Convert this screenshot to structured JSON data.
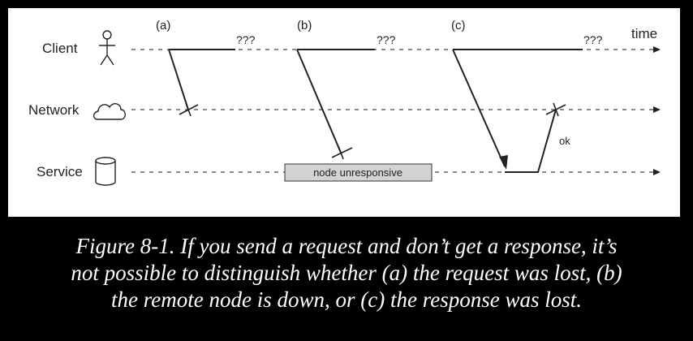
{
  "diagram": {
    "lanes": {
      "client": "Client",
      "network": "Network",
      "service": "Service"
    },
    "axis_label": "time",
    "scenarios": [
      "(a)",
      "(b)",
      "(c)"
    ],
    "unknown_marks": [
      "???",
      "???",
      "???"
    ],
    "unresponsive_label": "node unresponsive",
    "ok_label": "ok",
    "colors": {
      "background": "#000000",
      "panel": "#ffffff",
      "line": "#222222",
      "box_fill": "#d3d3d3",
      "caption": "#ffffff"
    }
  },
  "caption": {
    "lines": [
      "Figure 8-1. If you send a request and don’t get a response, it’s",
      "not possible to distinguish whether (a) the request was lost, (b)",
      "the remote node is down, or (c) the response was lost."
    ]
  }
}
